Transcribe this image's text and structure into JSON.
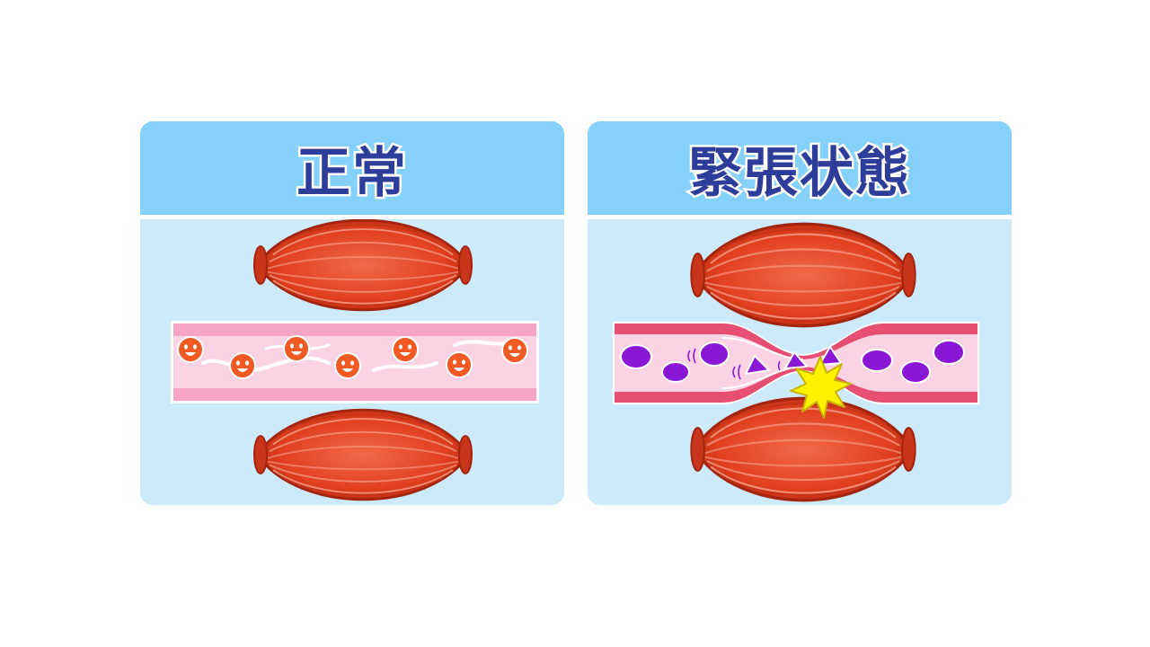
{
  "panels": [
    {
      "id": "normal",
      "title": "正常"
    },
    {
      "id": "tense",
      "title": "緊張状態"
    }
  ],
  "colors": {
    "header_bg": "#86d1fb",
    "panel_bg": "#cdeafa",
    "title_text": "#2f3d9a",
    "muscle_red": "#e8432a",
    "vessel_pink": "#f6a3c4",
    "vessel_tense": "#e74f72",
    "blood_cell_normal": "#f15a22",
    "blood_cell_tense": "#8a16d6",
    "pain_star": "#fff200"
  },
  "icons": [
    "muscle-icon",
    "blood-vessel-icon",
    "happy-blood-cell-icon",
    "blood-cell-icon",
    "pain-burst-icon"
  ]
}
